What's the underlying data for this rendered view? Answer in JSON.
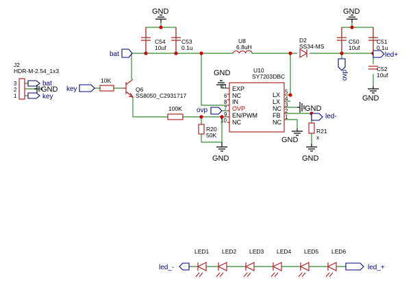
{
  "title": "",
  "colors": {
    "wire": "#2e8b2e",
    "part": "#b22222",
    "netlabel": "#000080",
    "junction": "#cc0000",
    "highlight_pin": "#cc0000"
  },
  "gnd_label": "GND",
  "connector": {
    "ref": "J2",
    "value": "HDR-M-2.54_1x3",
    "pins": [
      "3",
      "2",
      "1"
    ],
    "nets": [
      "bat",
      "GND",
      "key"
    ]
  },
  "caps": {
    "c54": {
      "ref": "C54",
      "value": "10uf"
    },
    "c53": {
      "ref": "C53",
      "value": "0.1u"
    },
    "c50": {
      "ref": "C50",
      "value": "10uf"
    },
    "c51": {
      "ref": "C51",
      "value": "0.1u"
    },
    "c52": {
      "ref": "C52",
      "value": "10uf"
    }
  },
  "inductor": {
    "ref": "U8",
    "value": "6.8uH"
  },
  "diode": {
    "ref": "D2",
    "value": "SS34-MS"
  },
  "transistor": {
    "ref": "Q6",
    "value": "SS8050_C2931717"
  },
  "resistors": {
    "r_base": {
      "value": "10K"
    },
    "r_en": {
      "value": "100K"
    },
    "r20": {
      "ref": "R20",
      "value": "50K"
    },
    "r21": {
      "ref": "R21",
      "value": "x"
    }
  },
  "ic": {
    "ref": "U10",
    "value": "SY7203DBC",
    "left_pins": [
      {
        "num": "11",
        "name": "EXP"
      },
      {
        "num": "6",
        "name": "NC"
      },
      {
        "num": "8",
        "name": "IN"
      },
      {
        "num": "7",
        "name": "OVP"
      },
      {
        "num": "9",
        "name": "EN/PWM"
      },
      {
        "num": "10",
        "name": "NC"
      }
    ],
    "right_pins": [
      {
        "num": "5",
        "name": "LX"
      },
      {
        "num": "4",
        "name": "LX"
      },
      {
        "num": "3",
        "name": "NC"
      },
      {
        "num": "2",
        "name": "FB"
      },
      {
        "num": "1",
        "name": "NC"
      }
    ]
  },
  "nets": {
    "bat": "bat",
    "key": "key",
    "ovp": "ovp",
    "led_plus": "led+",
    "led_minus": "led-",
    "led_under_minus": "led_-",
    "led_under_plus": "led_+"
  },
  "leds": [
    "LED1",
    "LED2",
    "LED3",
    "LED4",
    "LED5",
    "LED6"
  ]
}
